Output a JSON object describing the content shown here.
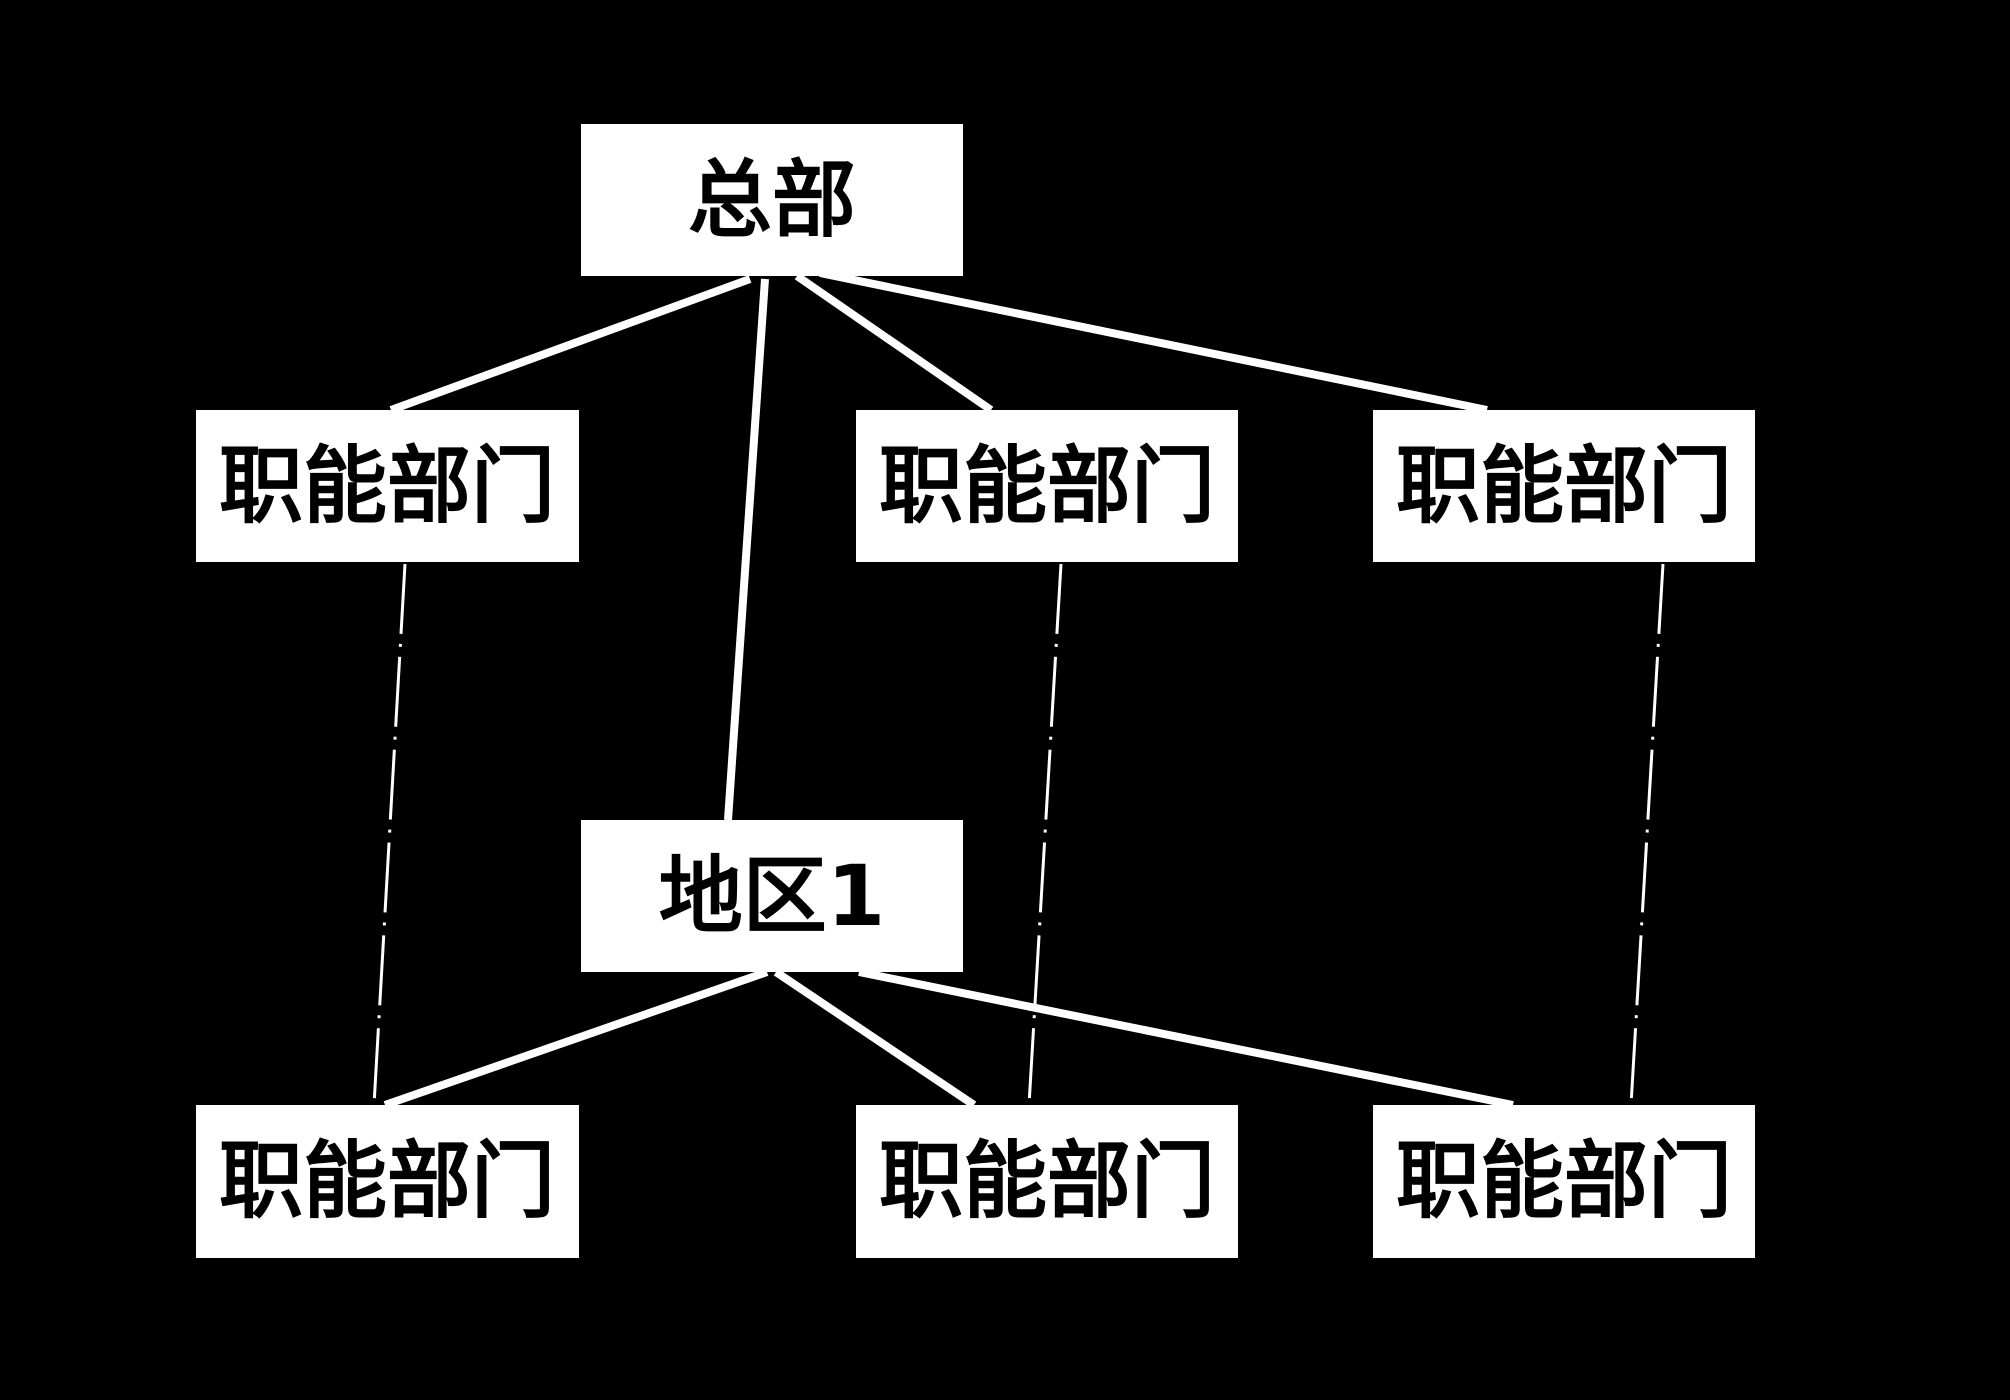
{
  "colors": {
    "background": "#000000",
    "box": "#ffffff",
    "text": "#000000",
    "line": "#ffffff"
  },
  "headquarters": {
    "label": "总部"
  },
  "hq_departments": [
    {
      "label": "职能部门"
    },
    {
      "label": "职能部门"
    },
    {
      "label": "职能部门"
    }
  ],
  "region": {
    "label": "地区1"
  },
  "region_departments": [
    {
      "label": "职能部门"
    },
    {
      "label": "职能部门"
    },
    {
      "label": "职能部门"
    }
  ]
}
